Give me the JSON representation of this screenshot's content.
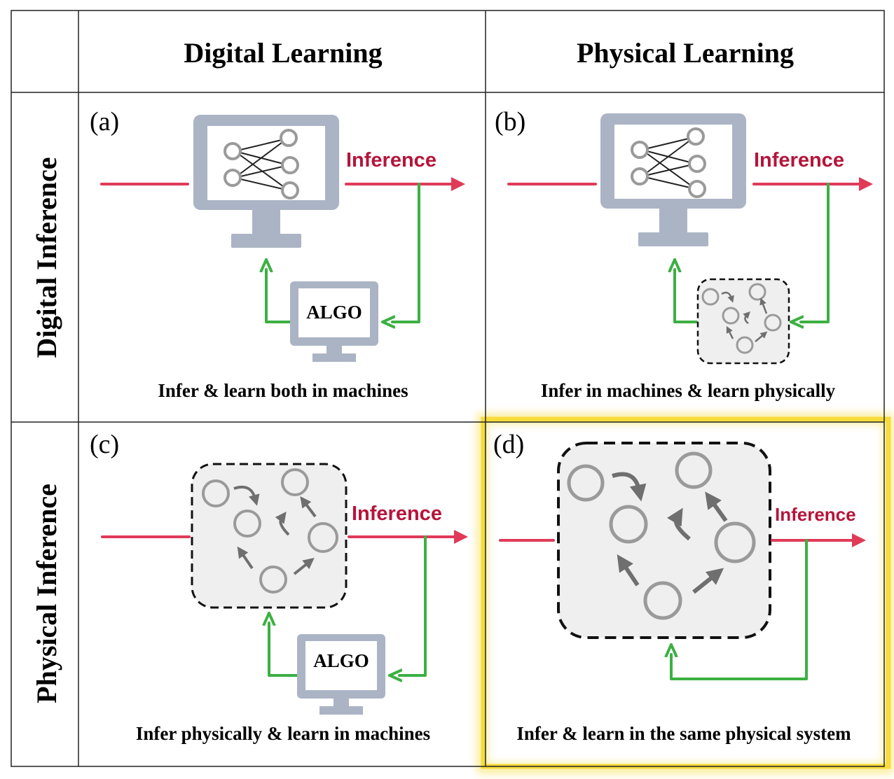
{
  "columns": {
    "col1": "Digital Learning",
    "col2": "Physical Learning"
  },
  "rows": {
    "row1": "Digital Inference",
    "row2": "Physical Inference"
  },
  "panels": [
    {
      "label": "(a)",
      "caption": "Infer & learn both in machines",
      "inference_label": "Inference",
      "algo_label": "ALGO"
    },
    {
      "label": "(b)",
      "caption": "Infer in machines & learn physically",
      "inference_label": "Inference"
    },
    {
      "label": "(c)",
      "caption": "Infer physically & learn in machines",
      "inference_label": "Inference",
      "algo_label": "ALGO"
    },
    {
      "label": "(d)",
      "caption": "Infer & learn in the same physical system",
      "inference_label": "Inference"
    }
  ],
  "colors": {
    "inference_arrow": "#e03a58",
    "inference_text": "#b5153a",
    "feedback_arrow": "#3cb043",
    "monitor": "#aab4c4",
    "highlight": "#f7dc3a"
  }
}
